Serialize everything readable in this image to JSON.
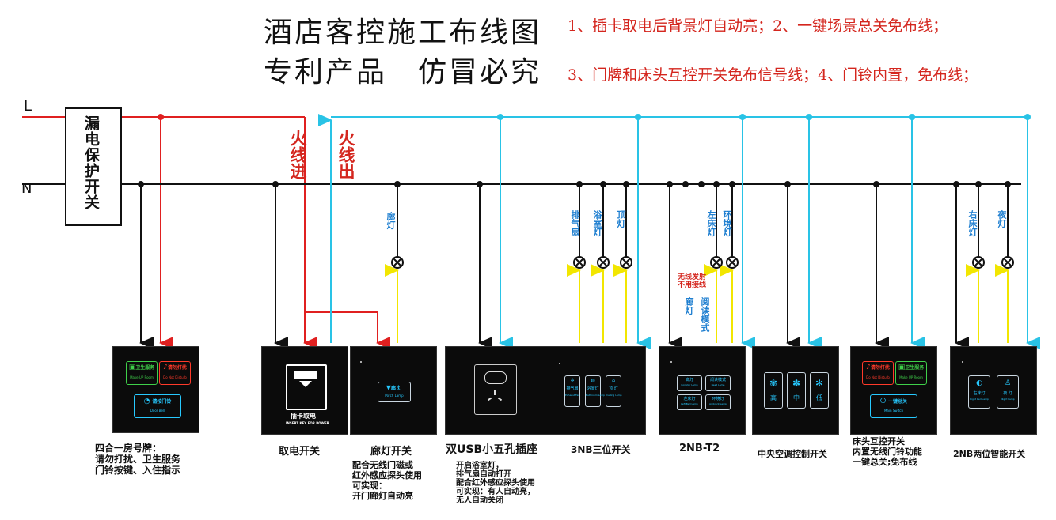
{
  "header": {
    "title_line1": "酒店客控施工布线图",
    "title_line2": "专利产品　仿冒必究",
    "note_line1": "1、插卡取电后背景灯自动亮；2、一键场景总关免布线；",
    "note_line2": "3、门牌和床头互控开关免布信号线；4、门铃内置，免布线；"
  },
  "wires": {
    "l_label": "L",
    "n_label": "N",
    "breaker_label": "漏电保护开关",
    "live_in_label": "火线进",
    "live_out_label": "火线出",
    "wireless_note": "无线发射\n不用接线",
    "colors": {
      "live": "#e02020",
      "neutral": "#111111",
      "control": "#29c3e6",
      "load": "#f2e600"
    }
  },
  "loads": {
    "corridor": "廊灯",
    "exhaust": "排气扇",
    "bath": "浴室灯",
    "ceiling": "顶灯",
    "left_bed": "左床灯",
    "ambient": "环境灯",
    "right_bed": "右床灯",
    "night": "夜灯",
    "corridor_mode": "廊灯",
    "reading_mode": "阅读模式"
  },
  "panels": {
    "doorplate": {
      "caption": "四合一房号牌：\n请勿打扰、卫生服务\n门铃按键、入住指示",
      "k1": "卫生服务",
      "k1_sub": "Make UP Room",
      "k2": "请勿打扰",
      "k2_sub": "Do Not Disturb",
      "k3": "请按门铃",
      "k3_sub": "Door Bell"
    },
    "card_switch": {
      "caption": "取电开关",
      "slot_label": "插卡取电",
      "slot_sub": "INSERT KEY FOR POWER"
    },
    "corridor_switch": {
      "caption": "廊灯开关",
      "key": "廊 灯",
      "key_sub": "Porch Lamp",
      "desc": "配合无线门磁或\n红外感应探头使用\n可实现：\n开门廊灯自动亮"
    },
    "usb_socket": {
      "caption": "双USB小五孔插座",
      "desc": "开启浴室灯，\n排气扇自动打开\n配合红外感应探头使用\n可实现：有人自动亮，\n无人自动关闭"
    },
    "three_switch": {
      "caption": "3NB三位开关",
      "k1": "排气扇",
      "k1_sub": "Exhaust Fan",
      "k2": "浴室灯",
      "k2_sub": "Bathroom Lamp",
      "k3": "顶 灯",
      "k3_sub": "Ceiling Lamp"
    },
    "nb_t2": {
      "caption": "2NB-T2",
      "k1": "廊灯",
      "k1_sub": "Corridor Lamp",
      "k2": "阅读模式",
      "k2_sub": "Read Lamp",
      "k3": "左床灯",
      "k3_sub": "Left Bed Lamp",
      "k4": "环境灯",
      "k4_sub": "Ambient Lamp"
    },
    "ac_control": {
      "caption": "中央空调控制开关",
      "k1": "高",
      "k2": "中",
      "k3": "低"
    },
    "bedside": {
      "caption": "床头互控开关\n内置无线门铃功能\n一键总关;免布线",
      "k1": "请勿打扰",
      "k1_sub": "Do Not Disturb",
      "k2": "卫生服务",
      "k2_sub": "Make UP Room",
      "k3": "一键总关",
      "k3_sub": "Main Switch"
    },
    "two_switch": {
      "caption": "2NB两位智能开关",
      "k1": "右床灯",
      "k1_sub": "Right bed Lamp",
      "k2": "夜 灯",
      "k2_sub": "Night Lamp"
    }
  }
}
